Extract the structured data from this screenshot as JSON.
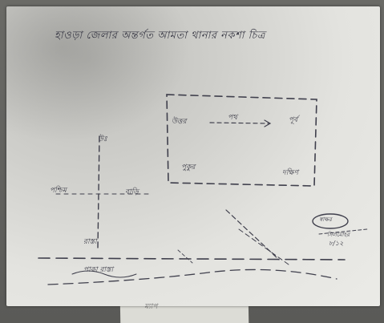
{
  "document": {
    "heading": "হাওড়া জেলার অন্তর্গত আমতা থানার নকশা চিত্র",
    "footer_note": "ম্যাপ",
    "stamp_text": "স্বাক্ষর",
    "seal_text": "সিলমোহর",
    "date_text": "৮/১২",
    "labels": {
      "box_top_left": "উত্তর",
      "box_top_right": "পূর্ব",
      "box_arrow": "পথ",
      "box_bottom": "পুকুর",
      "box_bottom_right": "দক্ষিণ",
      "pole_top": "উঃ",
      "left_mark": "পশ্চিম",
      "right_mark": "বাড়ি",
      "pole_bottom": "রাস্তা",
      "road_label": "পাকা রাস্তা"
    }
  },
  "colors": {
    "ink": "#3a3a46",
    "paper": "#e6e6e2",
    "background": "#5a5a57"
  }
}
